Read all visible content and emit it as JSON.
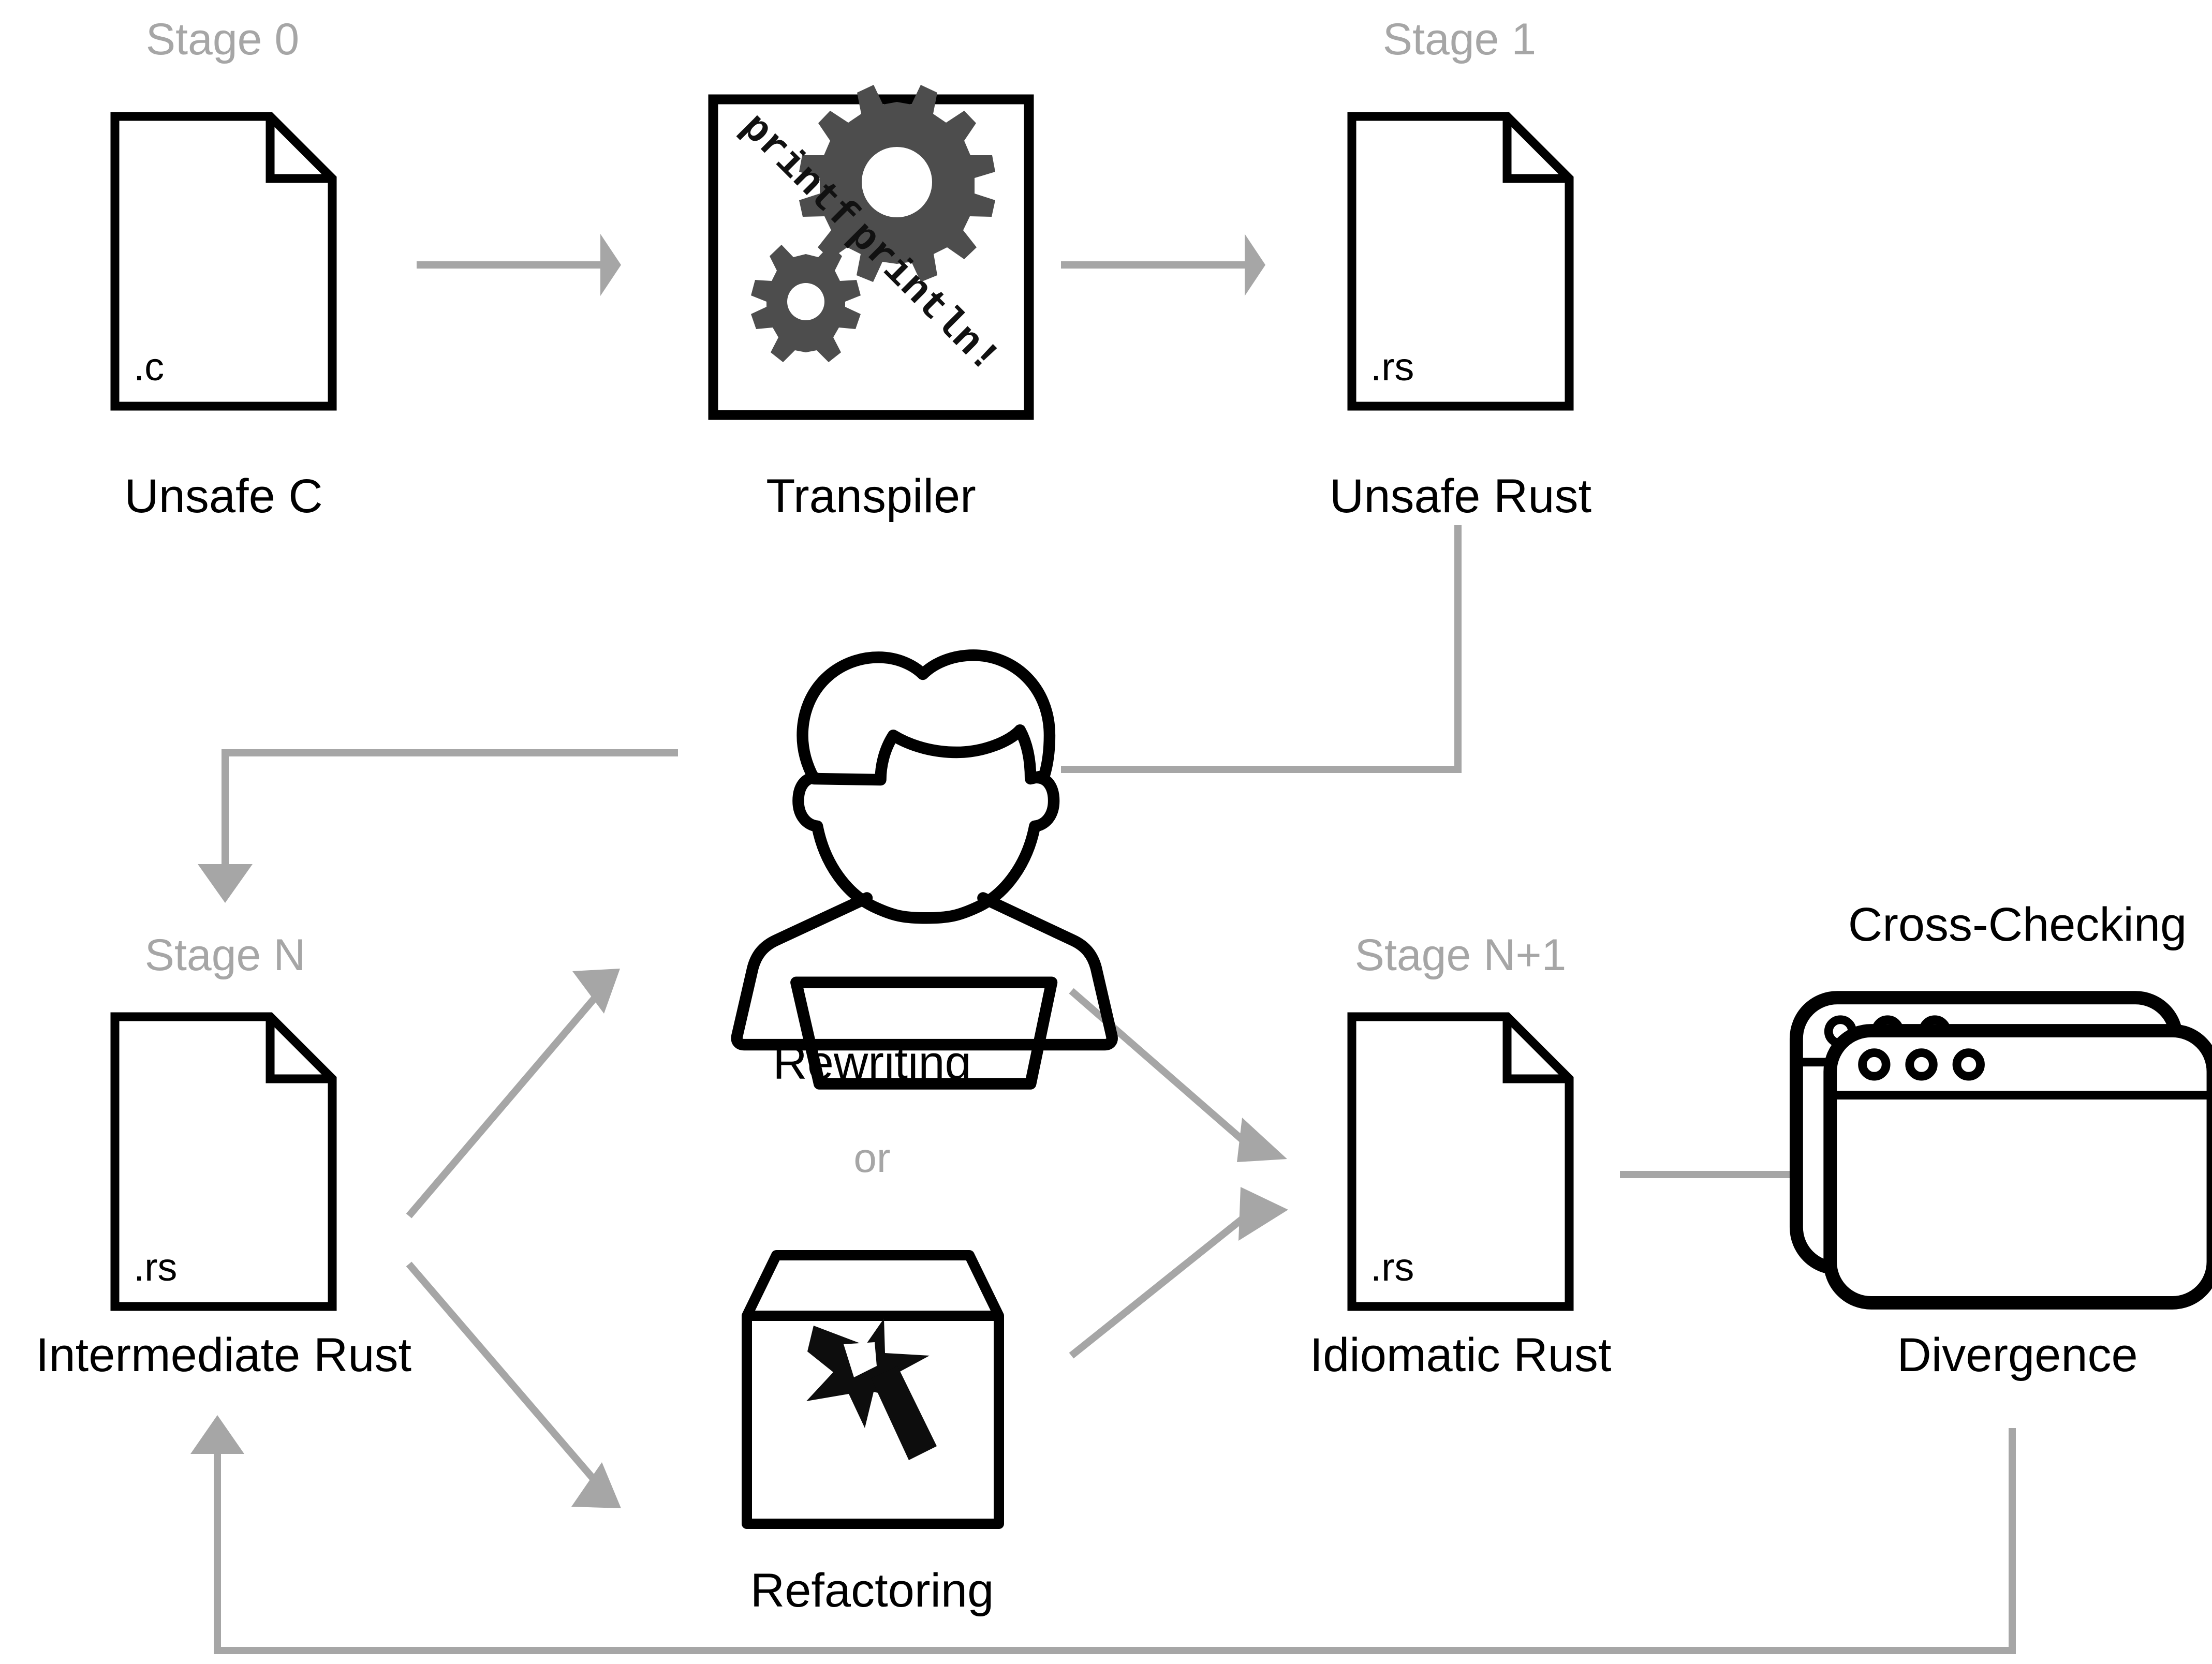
{
  "diagram": {
    "title_absent": true,
    "colors": {
      "gray": "#a6a6a6",
      "black": "#000000",
      "gear_gray": "#4d4d4d",
      "background": "#ffffff"
    },
    "stages": [
      {
        "id": "stage0",
        "label": "Stage 0"
      },
      {
        "id": "stage1",
        "label": "Stage 1"
      },
      {
        "id": "stageN",
        "label": "Stage N"
      },
      {
        "id": "stageN1",
        "label": "Stage N+1"
      }
    ],
    "nodes": [
      {
        "id": "unsafe-c",
        "stage": "Stage 0",
        "icon": "document-icon",
        "ext": ".c",
        "label": "Unsafe C"
      },
      {
        "id": "transpiler",
        "stage": "",
        "icon": "gears-icon",
        "label": "Transpiler",
        "annotations": [
          "printf",
          "println!"
        ]
      },
      {
        "id": "unsafe-rust",
        "stage": "Stage 1",
        "icon": "document-icon",
        "ext": ".rs",
        "label": "Unsafe Rust"
      },
      {
        "id": "rewriting",
        "stage": "",
        "icon": "person-icon",
        "label": "Rewriting"
      },
      {
        "id": "refactoring",
        "stage": "",
        "icon": "magic-wand-crate-icon",
        "label": "Refactoring"
      },
      {
        "id": "intermediate-rust",
        "stage": "Stage N",
        "icon": "document-icon",
        "ext": ".rs",
        "label": "Intermediate Rust"
      },
      {
        "id": "idiomatic-rust",
        "stage": "Stage N+1",
        "icon": "document-icon",
        "ext": ".rs",
        "label": "Idiomatic Rust"
      },
      {
        "id": "divergence",
        "stage": "",
        "icon": "stacked-windows-icon",
        "label": "Divergence",
        "heading": "Cross-Checking"
      }
    ],
    "connector_label": {
      "id": "or",
      "text": "or"
    },
    "edges": [
      {
        "from": "unsafe-c",
        "to": "transpiler",
        "kind": "straight-arrow"
      },
      {
        "from": "transpiler",
        "to": "unsafe-rust",
        "kind": "straight-arrow"
      },
      {
        "from": "unsafe-rust",
        "to": "rewriting",
        "kind": "elbow"
      },
      {
        "from": "rewriting",
        "to": "intermediate-rust",
        "kind": "elbow-arrow"
      },
      {
        "from": "intermediate-rust",
        "to": "rewriting",
        "kind": "diagonal-arrow"
      },
      {
        "from": "intermediate-rust",
        "to": "refactoring",
        "kind": "diagonal-arrow"
      },
      {
        "from": "rewriting",
        "to": "idiomatic-rust",
        "kind": "diagonal-arrow"
      },
      {
        "from": "refactoring",
        "to": "idiomatic-rust",
        "kind": "diagonal-arrow"
      },
      {
        "from": "idiomatic-rust",
        "to": "divergence",
        "kind": "straight-arrow"
      },
      {
        "from": "divergence",
        "to": "intermediate-rust",
        "kind": "feedback-loop-arrow"
      }
    ]
  },
  "text": {
    "stage0": "Stage 0",
    "stage1": "Stage 1",
    "stageN": "Stage N",
    "stageN1": "Stage N+1",
    "unsafe_c": "Unsafe C",
    "transpiler": "Transpiler",
    "unsafe_rust": "Unsafe Rust",
    "rewriting": "Rewriting",
    "refactoring": "Refactoring",
    "intermediate_rust": "Intermediate Rust",
    "idiomatic_rust": "Idiomatic Rust",
    "cross_checking": "Cross-Checking",
    "divergence": "Divergence",
    "or": "or",
    "ext_c": ".c",
    "ext_rs_1": ".rs",
    "ext_rs_n": ".rs",
    "ext_rs_n1": ".rs",
    "printf": "printf",
    "println": "println!"
  }
}
